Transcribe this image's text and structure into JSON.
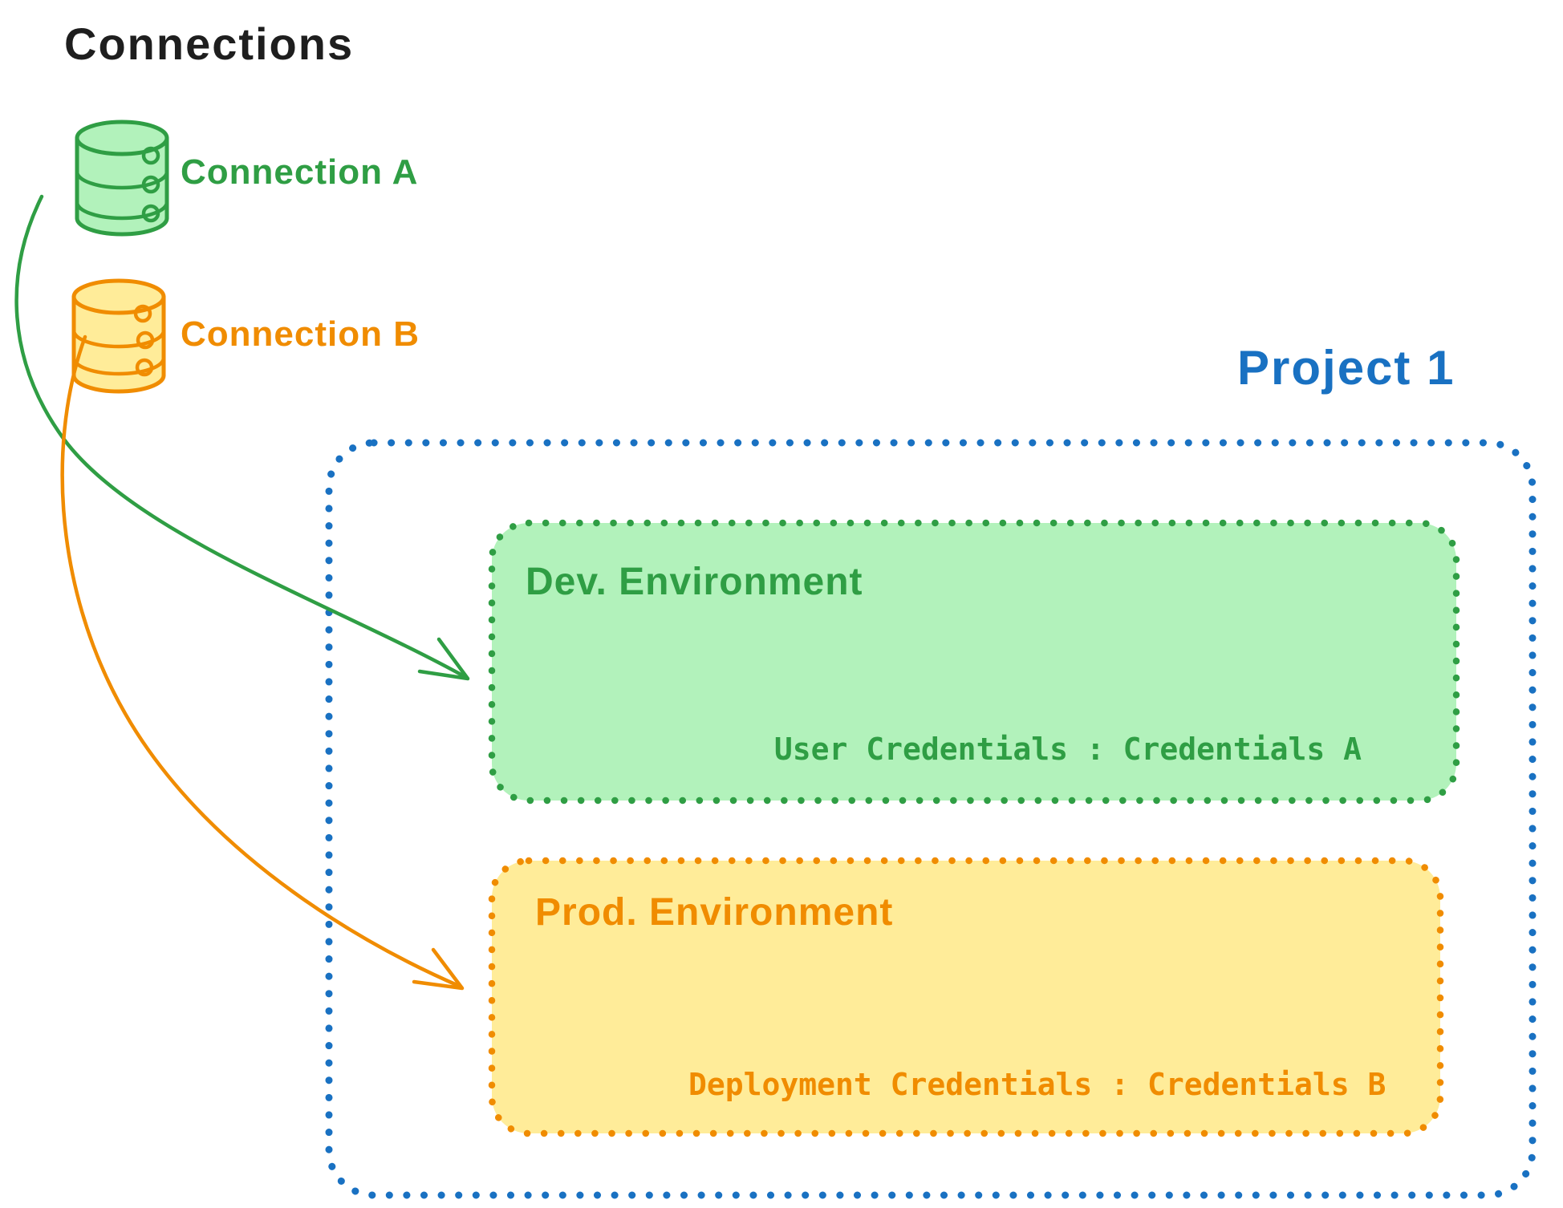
{
  "title": "Connections",
  "connections": [
    {
      "label": "Connection A",
      "color": "#2f9e44",
      "icon": "database-icon"
    },
    {
      "label": "Connection B",
      "color": "#f08c00",
      "icon": "database-icon"
    }
  ],
  "project": {
    "title": "Project 1",
    "border_color": "#1971c2",
    "environments": [
      {
        "title": "Dev. Environment",
        "credentials": "User Credentials : Credentials A",
        "stroke_color": "#2f9e44",
        "fill_color": "#b2f2bb",
        "arrow_from": "Connection A"
      },
      {
        "title": "Prod. Environment",
        "credentials": "Deployment Credentials : Credentials B",
        "stroke_color": "#f08c00",
        "fill_color": "#ffec99",
        "arrow_from": "Connection B"
      }
    ]
  },
  "colors": {
    "green": "#2f9e44",
    "green_fill": "#b2f2bb",
    "orange": "#f08c00",
    "orange_fill": "#ffec99",
    "blue": "#1971c2",
    "black": "#1e1e1e",
    "background": "#ffffff"
  }
}
